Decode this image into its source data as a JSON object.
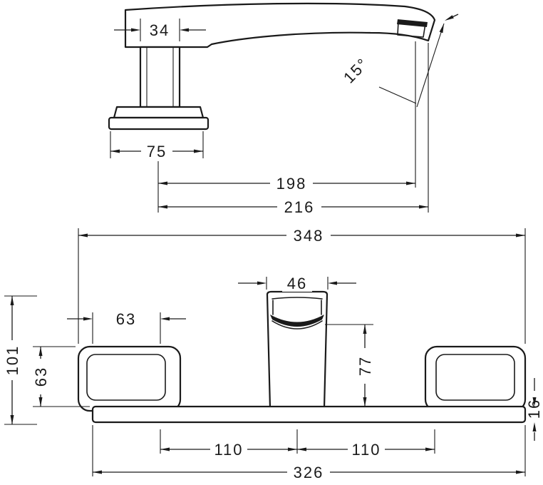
{
  "drawing": {
    "ink": "#1a1a1a",
    "paper": "#ffffff"
  },
  "side_view": {
    "handle_width": "34",
    "base_width": "75",
    "spout_angle": "15°",
    "spout_reach": "198",
    "overall_reach": "216"
  },
  "front_view": {
    "overall_width": "348",
    "spout_width": "46",
    "handle_face_width": "63",
    "overall_height": "101",
    "handle_height": "63",
    "outlet_height": "77",
    "plate_thickness": "16",
    "hole_spacing_left": "110",
    "hole_spacing_right": "110",
    "plate_width": "326"
  }
}
